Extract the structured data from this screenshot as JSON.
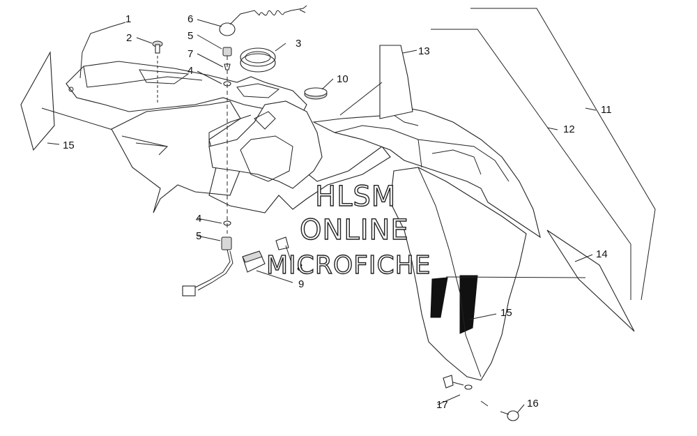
{
  "callouts": {
    "c1": "1",
    "c2": "2",
    "c3": "3",
    "c4a": "4",
    "c4b": "4",
    "c5a": "5",
    "c5b": "5",
    "c6": "6",
    "c7": "7",
    "c8": "8",
    "c9": "9",
    "c10": "10",
    "c11": "11",
    "c12": "12",
    "c13": "13",
    "c14": "14",
    "c15a": "15",
    "c15b": "15",
    "c16": "16",
    "c17": "17"
  },
  "watermark": {
    "line1": "HLSM",
    "line2": "ONLINE",
    "line3": "MICROFICHE"
  }
}
